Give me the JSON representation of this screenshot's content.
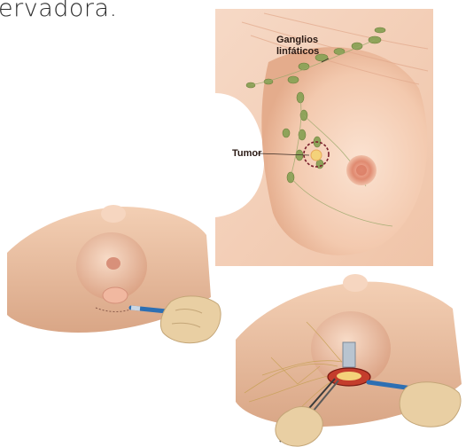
{
  "caption": "ervadora.",
  "labels": {
    "ganglios": "Ganglios",
    "linfaticos": "linfáticos",
    "tumor": "Tumor"
  },
  "colors": {
    "skin": "#f0c9ad",
    "skin_shadow": "#d9a686",
    "node_green": "#8fa35a",
    "tumor_yellow": "#f4d27a",
    "dashed_circle": "#7a1f2c"
  }
}
